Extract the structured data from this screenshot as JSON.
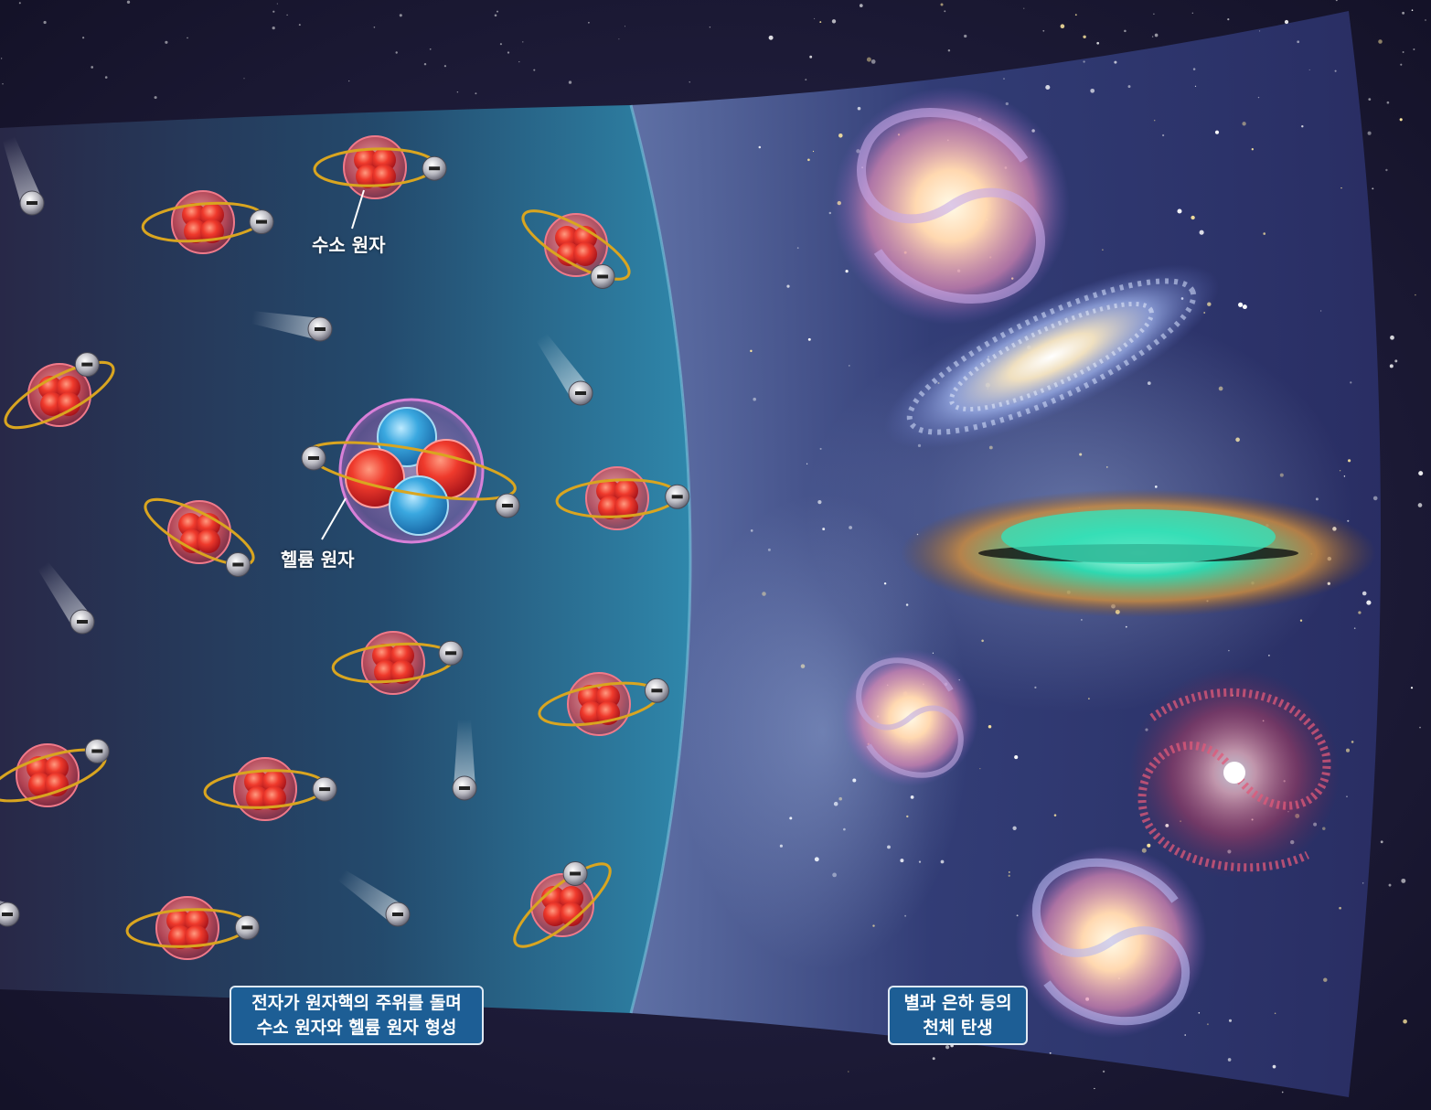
{
  "labels": {
    "hydrogen_atom": "수소 원자",
    "helium_atom": "헬륨 원자"
  },
  "captions": {
    "atoms": {
      "line1": "전자가 원자핵의 주위를 돌며",
      "line2": "수소 원자와 헬륨 원자 형성"
    },
    "galaxies": {
      "line1": "별과 은하 등의",
      "line2": "천체 탄생"
    }
  },
  "colors": {
    "background": "#1c1a33",
    "atom_region": "#2a7fa0",
    "galaxy_region": "#3a4a8a",
    "proton": "#e8302a",
    "neutron": "#3aa8e0",
    "orbit": "#d9a520",
    "caption_fill": "#1d5e95"
  },
  "icons": {
    "electron": "electron-icon",
    "proton": "proton-icon",
    "neutron": "neutron-icon"
  }
}
